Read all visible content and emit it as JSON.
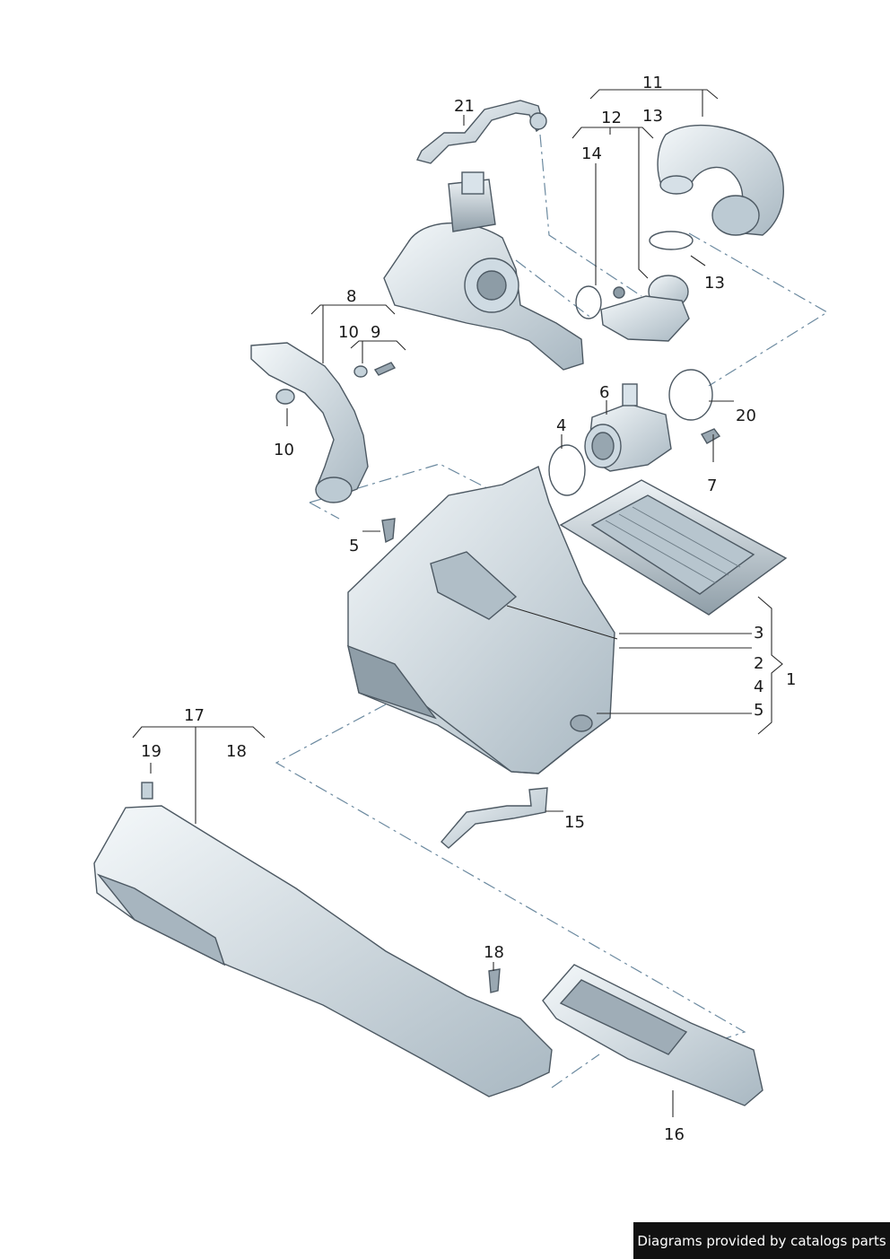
{
  "callouts": {
    "c1": "1",
    "c2": "2",
    "c3": "3",
    "c4a": "4",
    "c4b": "4",
    "c5a": "5",
    "c5b": "5",
    "c6": "6",
    "c7": "7",
    "c8": "8",
    "c9": "9",
    "c10a": "10",
    "c10b": "10",
    "c11": "11",
    "c12": "12",
    "c13a": "13",
    "c13b": "13",
    "c14": "14",
    "c15": "15",
    "c16": "16",
    "c17": "17",
    "c18a": "18",
    "c18b": "18",
    "c19": "19",
    "c20": "20",
    "c21": "21"
  },
  "credit": "Diagrams provided by catalogs parts",
  "colors": {
    "part_fill": "#dfe8ee",
    "part_stroke": "#4d5963",
    "dash_line": "#6c8aa0",
    "credit_bg": "#111111"
  }
}
